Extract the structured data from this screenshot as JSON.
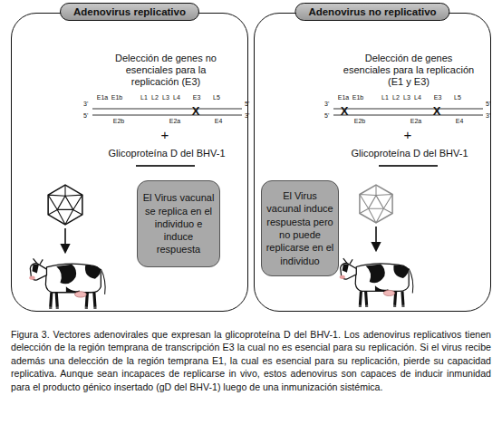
{
  "diagram": {
    "caption": "Figura 3. Vectores adenovirales que expresan la glicoproteína D del BHV-1. Los adenovirus replicativos tienen delección de la región temprana de transcripción E3 la cual no es esencial para su replicación. Si el virus recibe además una delección de la región temprana E1, la cual es esencial para su replicación, pierde su capacidad replicativa. Aunque sean incapaces de replicarse in vivo, estos adenovirus son capaces de inducir inmunidad para el producto génico insertado (gD del BHV-1) luego de una inmunización sistémica.",
    "nodes": [
      {
        "text": [
          "Adenovirus replicativo"
        ]
      },
      {
        "text": [
          "El Virus vacunal se replica en el individuo e induce respuesta"
        ],
        "in": 0
      },
      {
        "text": [
          "Adenovirus no replicativo"
        ]
      },
      {
        "text": [
          "El Virus vacunal induce respuesta pero no puede replicarse en el individuo"
        ],
        "in": 2
      }
    ],
    "labels": [
      "Delección de genes no esenciales para la replicación (E3)",
      "E1a",
      "E1b",
      "L1",
      "L2",
      "L3",
      "L4",
      "E3",
      "L5",
      "E2b",
      "E2a",
      "E4",
      "3'",
      "5'",
      "5'",
      "3'",
      "X",
      "+",
      "Glicoproteína D del BHV-1",
      "Delección de genes esenciales para la replicación (E1 y E3)",
      "E1a",
      "E1b",
      "L1",
      "L2",
      "L3",
      "L4",
      "E3",
      "L5",
      "E2b",
      "E2a",
      "E4",
      "3'",
      "5'",
      "5'",
      "3'",
      "X",
      "X",
      "+",
      "Glicoproteína D del BHV-1"
    ]
  }
}
